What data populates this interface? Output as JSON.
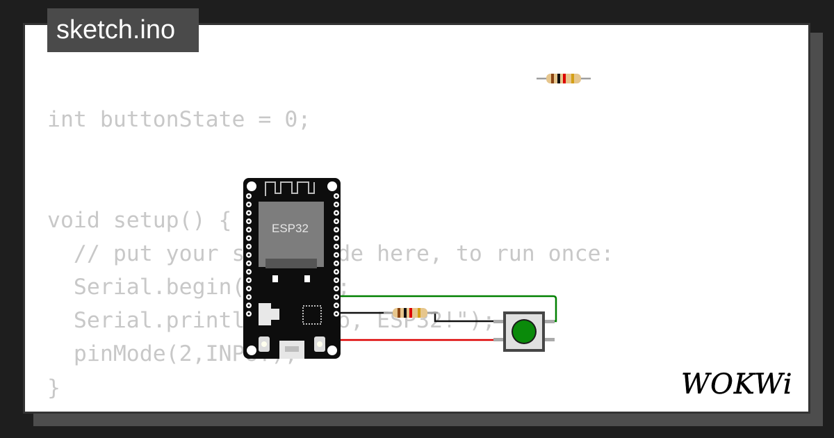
{
  "tab": {
    "filename": "sketch.ino"
  },
  "code": {
    "lines": [
      "int buttonState = 0;",
      "",
      "",
      "void setup() {",
      "  // put your setup code here, to run once:",
      "  Serial.begin(115200);",
      "  Serial.println(\"Hello, ESP32!\");",
      "  pinMode(2,INPUT);",
      "}"
    ]
  },
  "board": {
    "chip_label": "ESP32"
  },
  "brand": {
    "logo_text": "WOKWi"
  },
  "colors": {
    "background": "#1e1e1e",
    "card": "#ffffff",
    "code_text": "#c8c8c8",
    "tab": "#4a4a4a",
    "wire_green": "#008000",
    "wire_black": "#111111",
    "wire_red": "#dd0000",
    "button_cap": "#0a8a0a"
  }
}
